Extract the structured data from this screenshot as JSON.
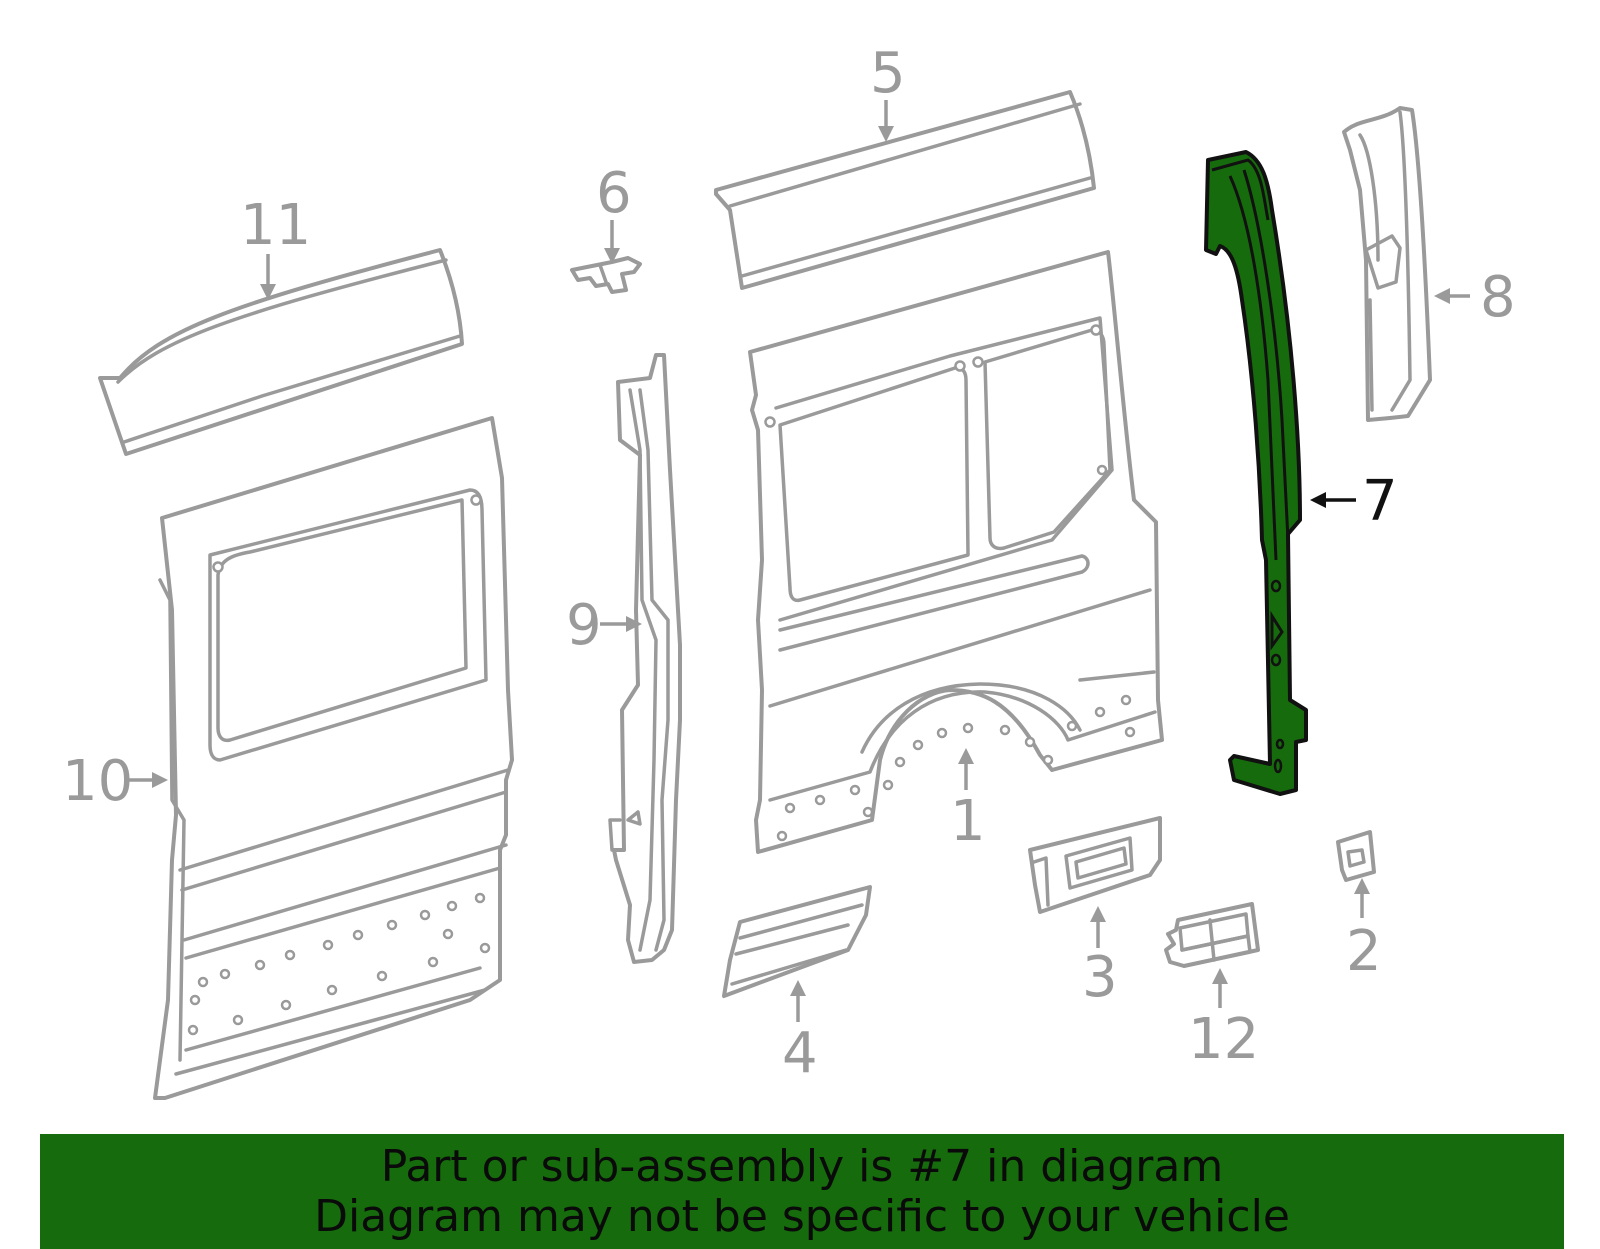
{
  "callouts": [
    {
      "id": "1",
      "label": "1",
      "highlighted": false
    },
    {
      "id": "2",
      "label": "2",
      "highlighted": false
    },
    {
      "id": "3",
      "label": "3",
      "highlighted": false
    },
    {
      "id": "4",
      "label": "4",
      "highlighted": false
    },
    {
      "id": "5",
      "label": "5",
      "highlighted": false
    },
    {
      "id": "6",
      "label": "6",
      "highlighted": false
    },
    {
      "id": "7",
      "label": "7",
      "highlighted": true
    },
    {
      "id": "8",
      "label": "8",
      "highlighted": false
    },
    {
      "id": "9",
      "label": "9",
      "highlighted": false
    },
    {
      "id": "10",
      "label": "10",
      "highlighted": false
    },
    {
      "id": "11",
      "label": "11",
      "highlighted": false
    },
    {
      "id": "12",
      "label": "12",
      "highlighted": false
    }
  ],
  "banner": {
    "line1": "Part or sub-assembly is #7 in diagram",
    "line2": "Diagram may not be specific to your vehicle"
  },
  "colors": {
    "highlight": "#166b0c",
    "outline": "#9a9a9a",
    "banner_bg": "#166b0c",
    "text": "#0a0a0a"
  }
}
